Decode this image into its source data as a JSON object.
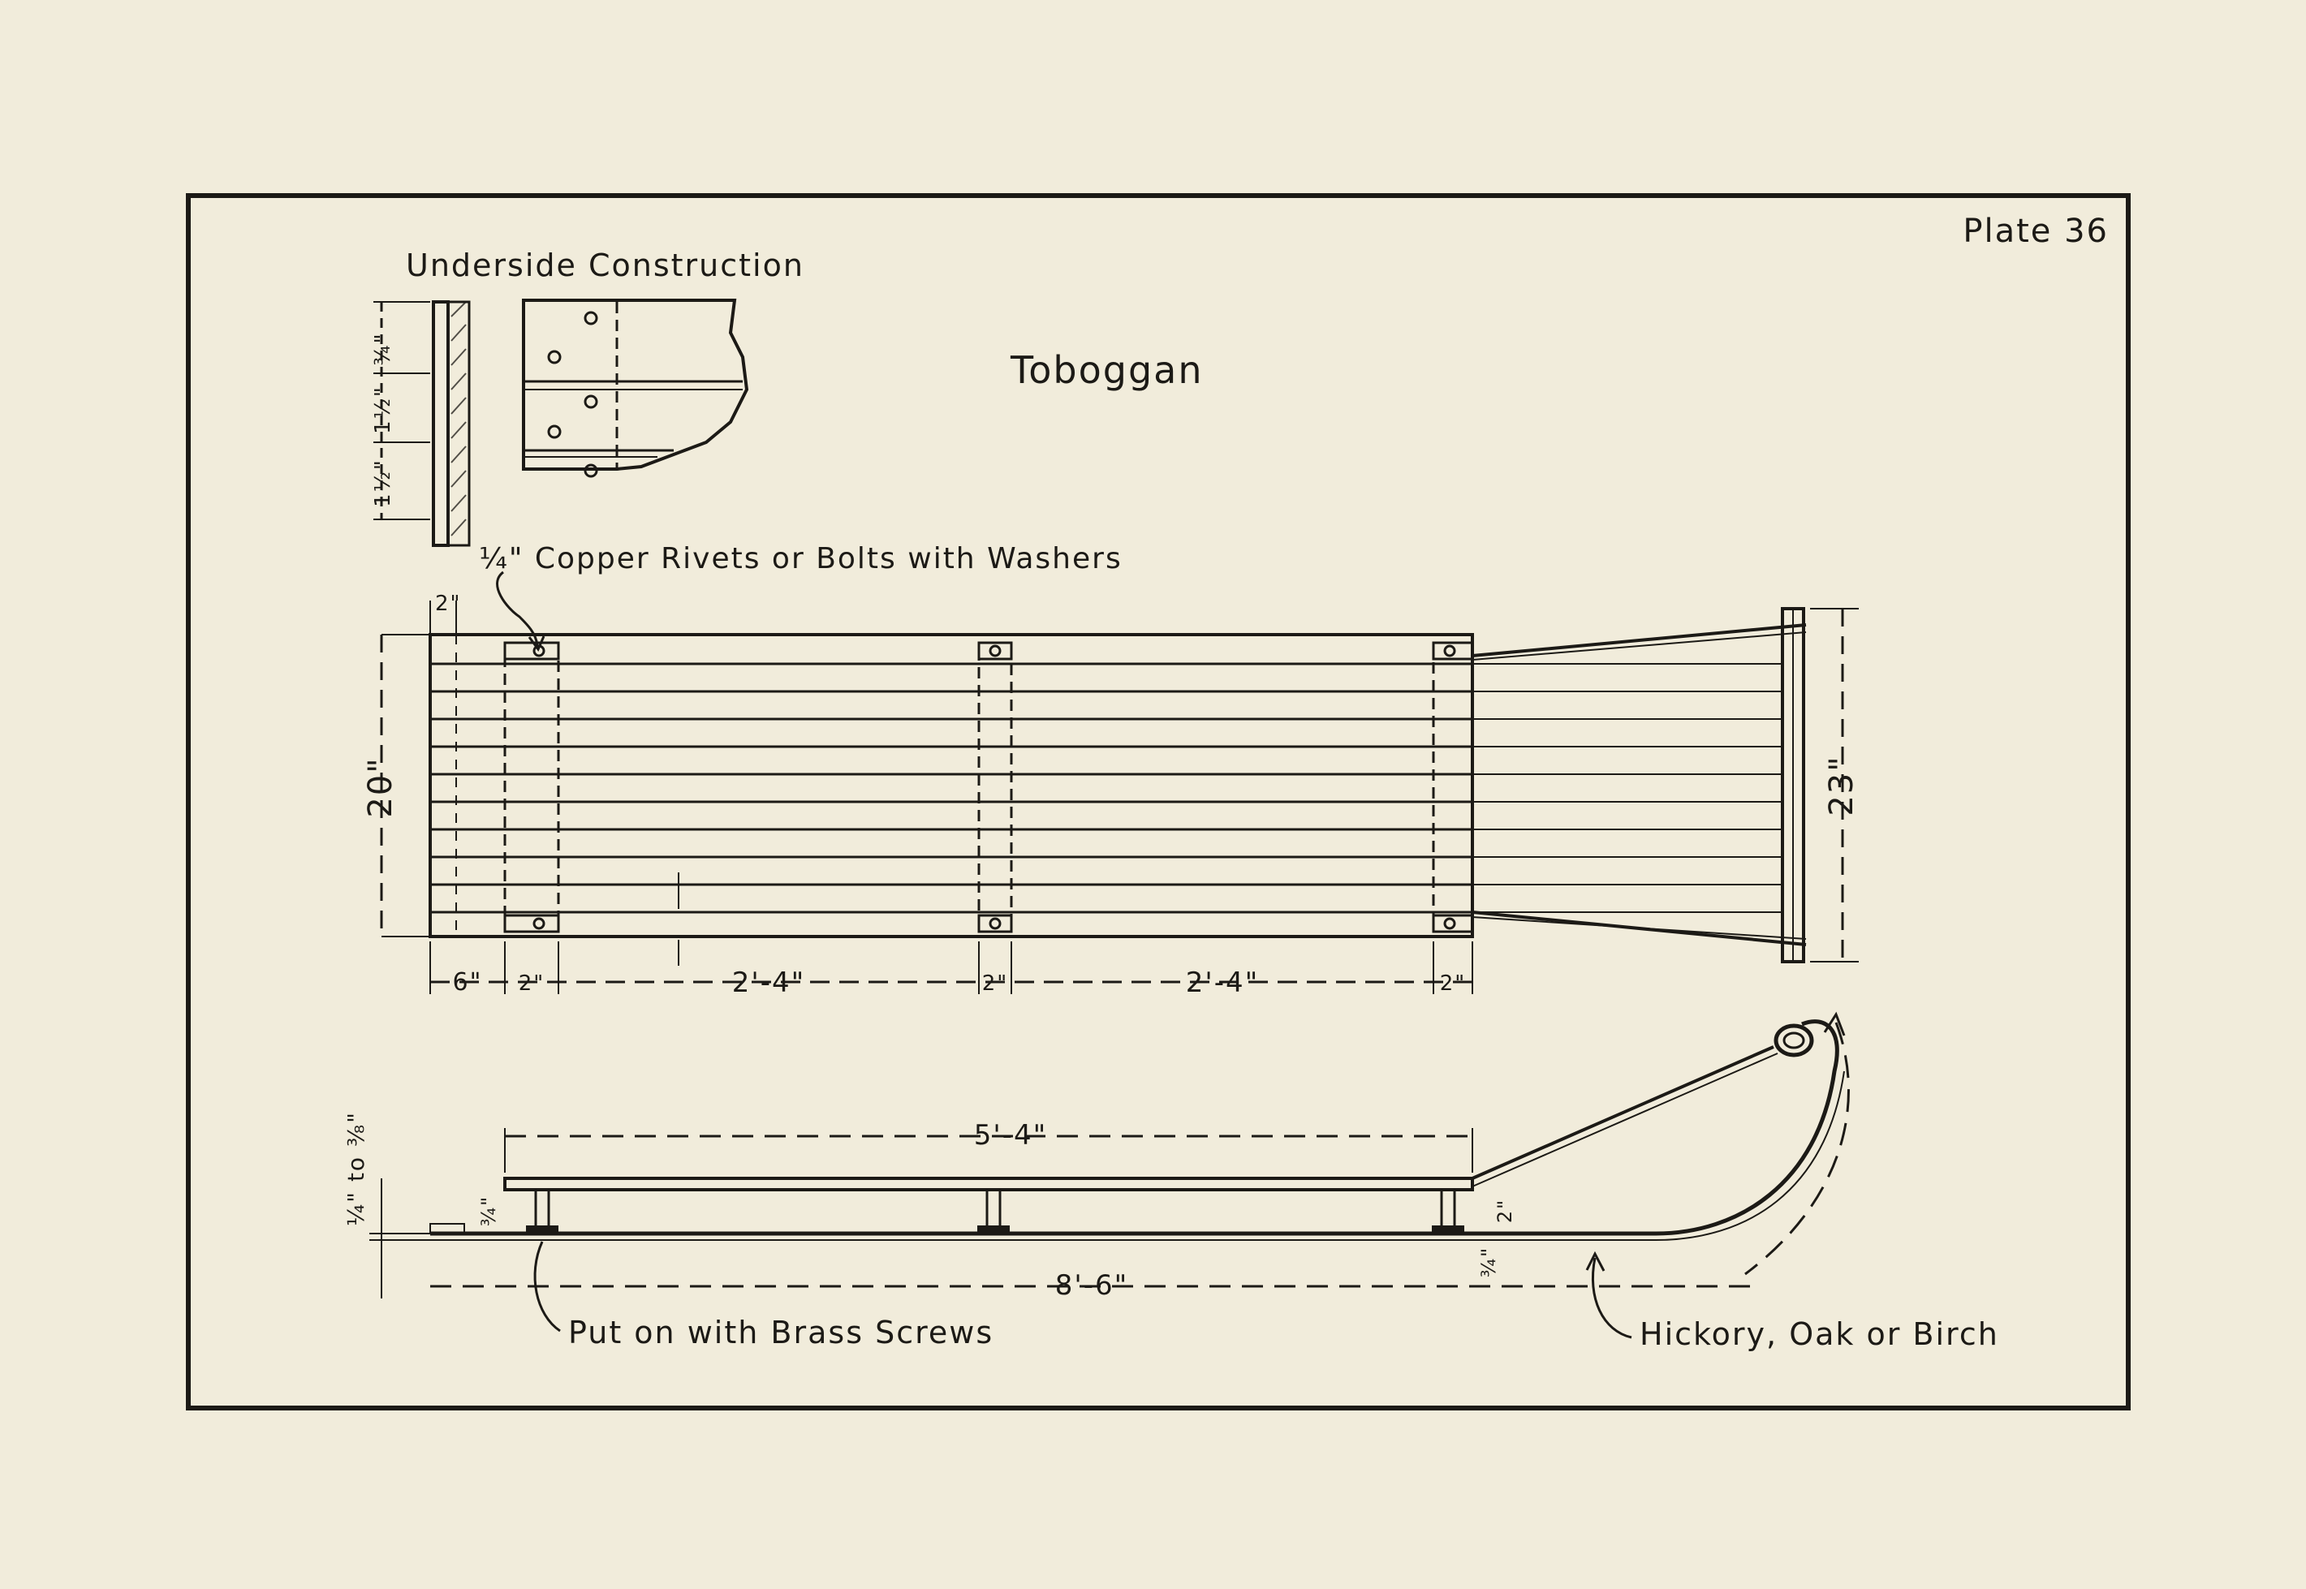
{
  "plate": "Plate 36",
  "title": "Toboggan",
  "underside_label": "Underside Construction",
  "rivets_label": "¼\" Copper Rivets or Bolts with Washers",
  "brass_label": "Put on with Brass Screws",
  "wood_label": "Hickory, Oak or Birch",
  "dims": {
    "d_2_top": "2\"",
    "d_20": "20\"",
    "d_23": "23\"",
    "d_6": "6\"",
    "d_2_a": "2\"",
    "d_2_4_a": "2'-4\"",
    "d_2_b": "2\"",
    "d_2_4_b": "2'-4\"",
    "d_2_c": "2\"",
    "d_5_4": "5'-4\"",
    "d_8_6": "8'-6\"",
    "d_quarter_to_3_8": "¼\" to ⅜\"",
    "d_3_4_post": "¾\"",
    "d_2_post": "2\"",
    "d_3_4_runner": "¾\"",
    "d_3_4_sec": "¾\"",
    "d_1_1_2_a": "1½\"",
    "d_1_1_2_b": "1½\""
  }
}
